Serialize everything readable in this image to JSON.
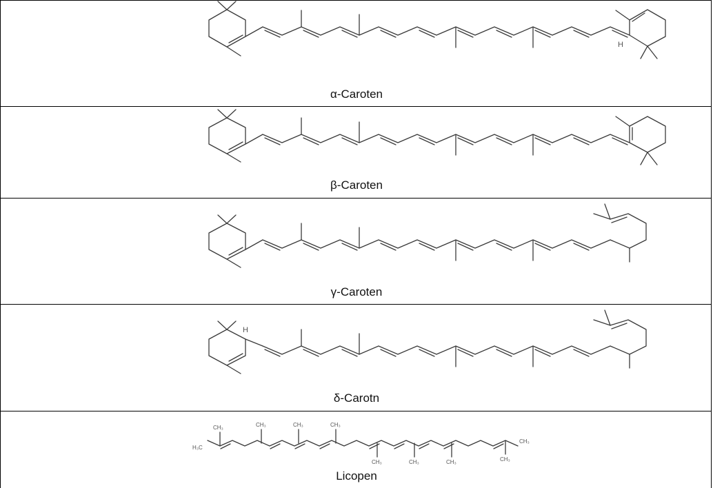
{
  "compounds": [
    {
      "name": "α-Caroten"
    },
    {
      "name": "β-Caroten"
    },
    {
      "name": "γ-Caroten"
    },
    {
      "name": "δ-Carotn"
    },
    {
      "name": "Licopen"
    }
  ],
  "atoms": {
    "alpha_h": "H",
    "delta_h": "H",
    "lyc_ch3": "CH₃",
    "lyc_h3c": "H₃C"
  }
}
